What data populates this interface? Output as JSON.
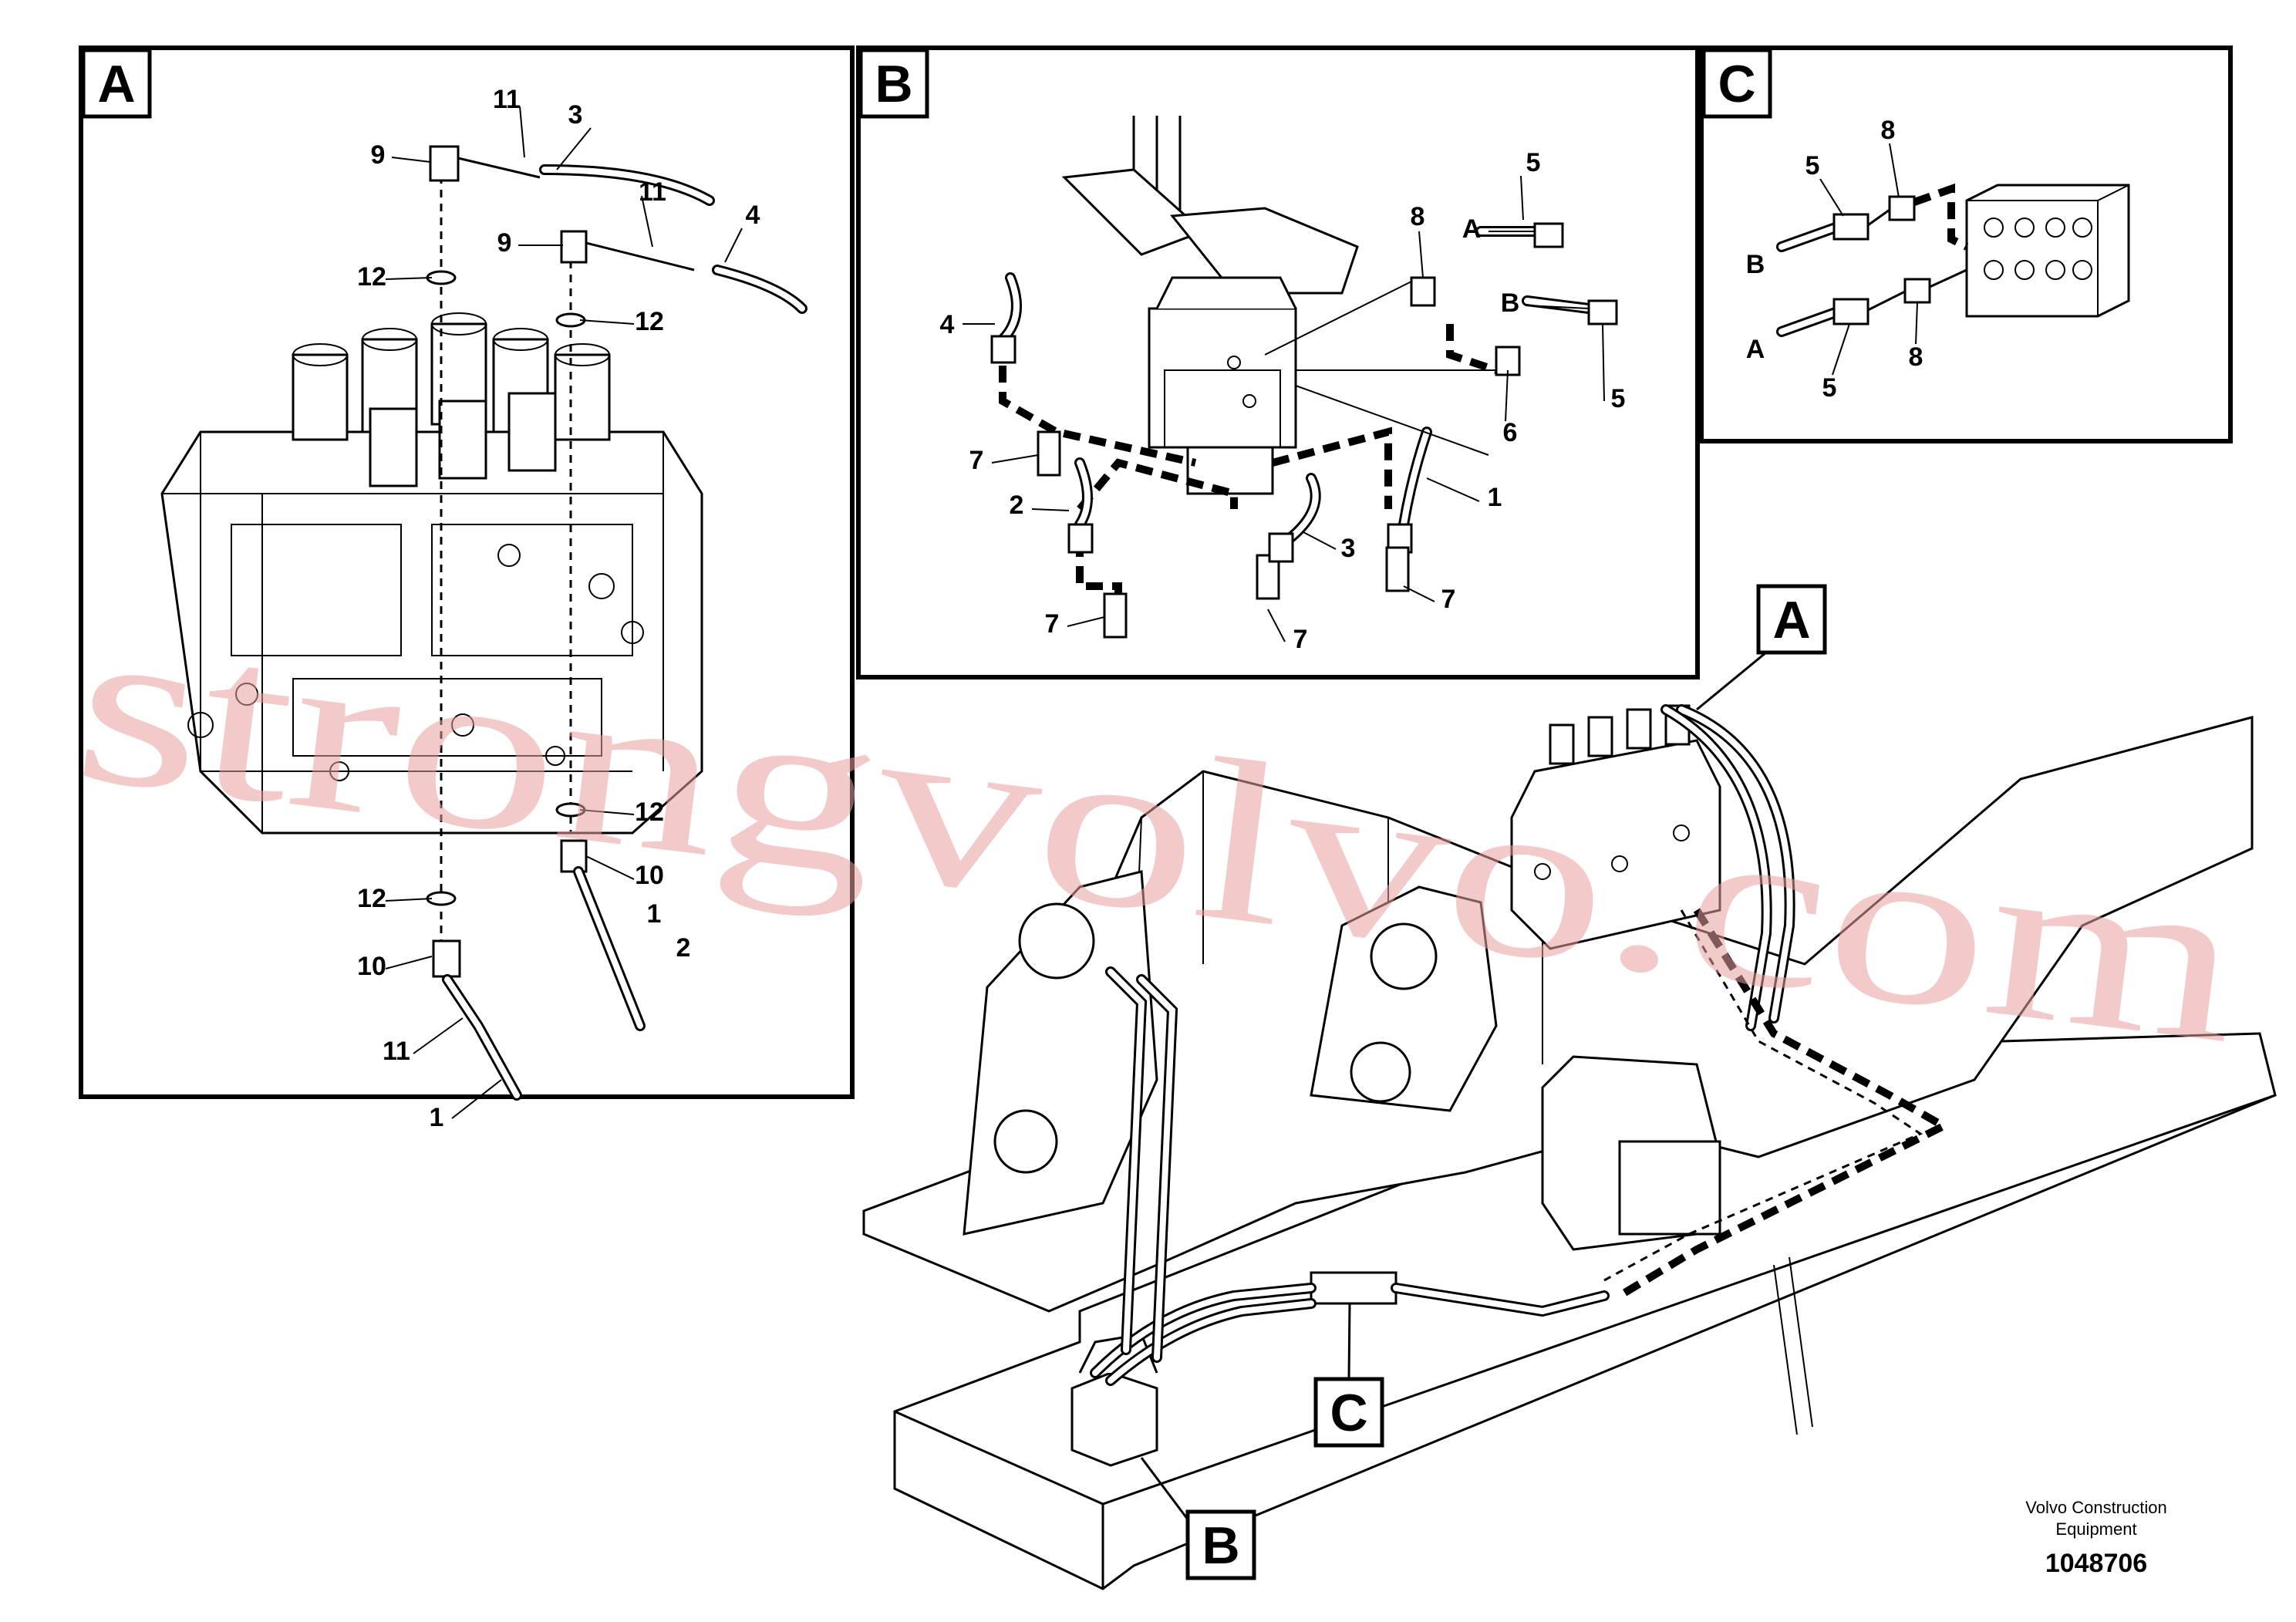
{
  "panels": {
    "a": {
      "letter": "A"
    },
    "b": {
      "letter": "B"
    },
    "c": {
      "letter": "C"
    }
  },
  "callouts_a": [
    "11",
    "3",
    "9",
    "11",
    "9",
    "4",
    "12",
    "12",
    "12",
    "12",
    "10",
    "1",
    "10",
    "2",
    "11",
    "1"
  ],
  "callouts_b": [
    "5",
    "A",
    "8",
    "B",
    "4",
    "5",
    "6",
    "7",
    "2",
    "1",
    "3",
    "7",
    "7",
    "7"
  ],
  "callouts_c": [
    "5",
    "8",
    "B",
    "A",
    "8",
    "5"
  ],
  "main_view": {
    "marker_a": "A",
    "marker_b": "B",
    "marker_c": "C"
  },
  "watermark": "strongvolvo.com",
  "credit": {
    "line1": "Volvo Construction",
    "line2": "Equipment"
  },
  "doc_number": "1048706"
}
